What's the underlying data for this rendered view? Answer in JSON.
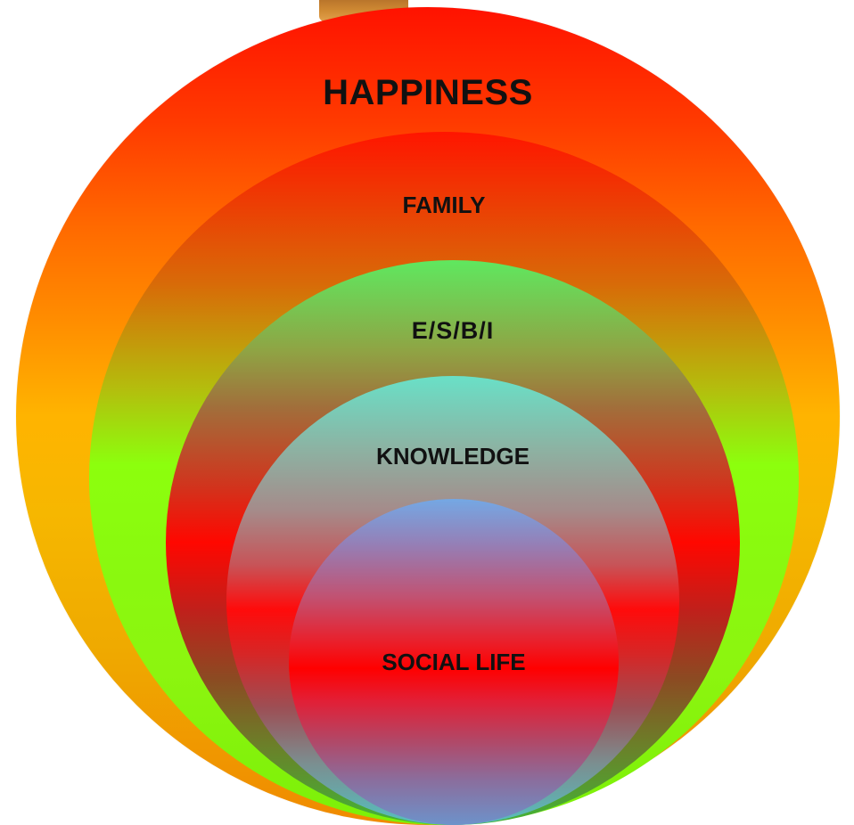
{
  "diagram": {
    "levels": [
      {
        "key": "happiness",
        "label": "HAPPINESS"
      },
      {
        "key": "family",
        "label": "FAMILY"
      },
      {
        "key": "esbi",
        "label": "E/S/B/I"
      },
      {
        "key": "knowledge",
        "label": "KNOWLEDGE"
      },
      {
        "key": "social",
        "label": "SOCIAL LIFE"
      }
    ]
  },
  "colors": {
    "happiness": "#ff3a00",
    "family": "#8cff0d",
    "esbi": "#ff0700",
    "knowledge": "#69e0c7",
    "social": "#74a8e4",
    "text": "#111111"
  }
}
